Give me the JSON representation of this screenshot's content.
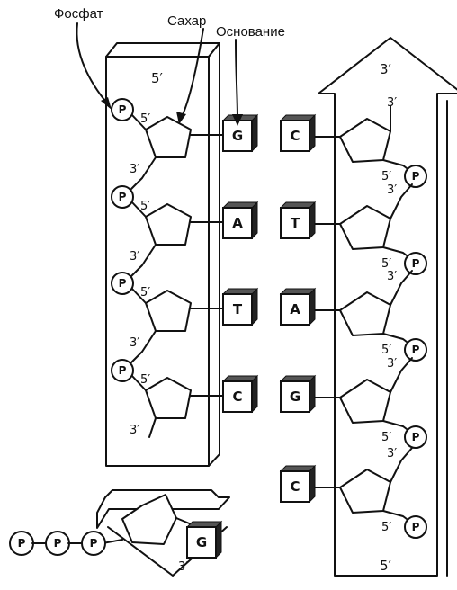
{
  "labels": {
    "phosphate": "Фосфат",
    "sugar": "Сахар",
    "base": "Основание"
  },
  "phosphate_symbol": "P",
  "prime5": "5′",
  "prime3": "3′",
  "left_strand": {
    "top_end": "5′",
    "bases": [
      "G",
      "A",
      "T",
      "C"
    ]
  },
  "right_strand": {
    "top_end": "3′",
    "bottom_end": "5′",
    "bases": [
      "C",
      "T",
      "A",
      "G",
      "C"
    ]
  },
  "incoming_nucleotide": {
    "base": "G",
    "phosphates": [
      "P",
      "P",
      "P"
    ]
  }
}
